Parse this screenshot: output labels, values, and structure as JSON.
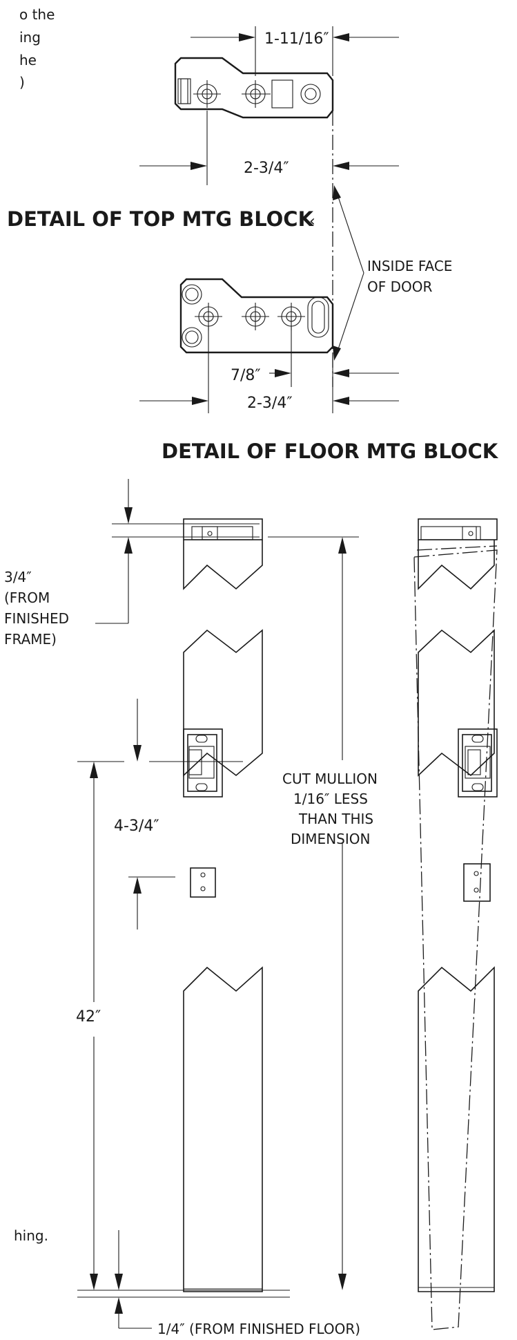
{
  "fragment_top_left": [
    "o the",
    "ing",
    "he",
    ")"
  ],
  "fragment_mid_left": "hing.",
  "top_block": {
    "title": "DETAIL OF TOP MTG BLOCK",
    "title_glyph": "‹",
    "dim_upper": "1-11/16″",
    "dim_lower": "2-3/4″"
  },
  "inside_face_note": [
    "INSIDE FACE",
    "OF DOOR"
  ],
  "floor_block": {
    "title": "DETAIL OF FLOOR MTG BLOCK",
    "dim_upper": "7/8″",
    "dim_lower": "2-3/4″"
  },
  "elevation": {
    "frame_offset": [
      "3/4″",
      "(FROM",
      "FINISHED",
      "FRAME)"
    ],
    "strike_dim": "4-3/4″",
    "height_dim": "42″",
    "cut_note": [
      "CUT MULLION",
      "1/16″ LESS",
      "THAN THIS",
      "DIMENSION"
    ],
    "floor_dim": "1/4″ (FROM FINISHED FLOOR)"
  }
}
